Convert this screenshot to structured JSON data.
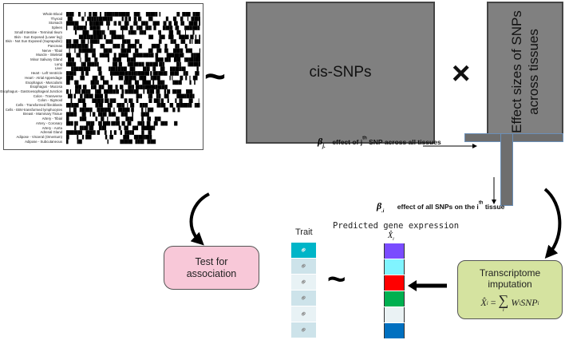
{
  "heatmap": {
    "tissues": [
      "Whole Blood",
      "Thyroid",
      "Stomach",
      "Spleen",
      "Small Intestine - Terminal Ileum",
      "Skin - Sun Exposed (Lower leg)",
      "Skin - Not Sun Exposed (Suprapubic)",
      "Pancreas",
      "Nerve - Tibial",
      "Muscle - Skeletal",
      "Minor Salivary Gland",
      "Lung",
      "Liver",
      "Heart - Left Ventricle",
      "Heart - Atrial Appendage",
      "Esophagus - Muscularis",
      "Esophagus - Mucosa",
      "Esophagus - Gastroesophageal Junction",
      "Colon - Transverse",
      "Colon - Sigmoid",
      "Cells - Transformed fibroblasts",
      "Cells - EBV-transformed lymphocytes",
      "Breast - Mammary Tissue",
      "Artery - Tibial",
      "Artery - Coronary",
      "Artery - Aorta",
      "Adrenal Gland",
      "Adipose - Visceral (Omentum)",
      "Adipose - Subcutaneous"
    ]
  },
  "operators": {
    "tilde": "~",
    "times": "×"
  },
  "cis_snps": "cis-SNPs",
  "effect_sizes": {
    "line1": "Effect sizes of SNPs",
    "line2": "across tissues"
  },
  "beta_j": {
    "symbol": "β",
    "sub": "j.",
    "text_pre": "effect of j",
    "sup": "th",
    "text_post": " SNP across all tissues"
  },
  "beta_i": {
    "symbol": "β",
    "sub": ".i",
    "text_pre": "effect of all SNPs on the i",
    "sup": "th",
    "text_post": " tissue"
  },
  "test": {
    "line1": "Test for",
    "line2": "association"
  },
  "trait": {
    "label": "Trait",
    "cells": 6,
    "icon": "link-icon",
    "colors": [
      "#00b5c8",
      "#cde3ea",
      "#e8f2f5",
      "#cde3ea",
      "#e8f2f5",
      "#cde3ea"
    ]
  },
  "predicted": {
    "label": "Predicted gene expression",
    "symbol": "X̂",
    "sub": "i",
    "colors": [
      "#7a4cff",
      "#80f4ff",
      "#ff0000",
      "#00b050",
      "#eaf2f4",
      "#0070c0"
    ]
  },
  "imputation": {
    "line1": "Transcriptome",
    "line2": "imputation",
    "lhs": "X̂",
    "lhs_sub": "i",
    "eq": " = ",
    "sum": "∑",
    "sum_sub": "i",
    "w": "W",
    "w_sub": "i",
    "snp": "SNP",
    "snp_sub": "i"
  }
}
